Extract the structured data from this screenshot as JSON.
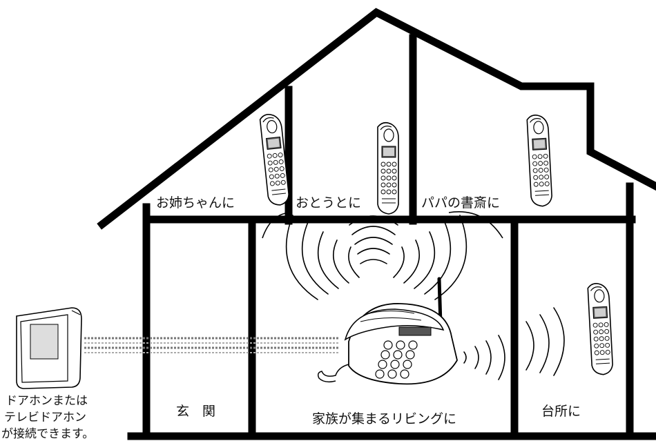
{
  "rooms": {
    "sister_room": "お姉ちゃんに",
    "brother_room": "おとうとに",
    "dad_study": "パパの書斎に",
    "entrance": "玄　関",
    "living_room": "家族が集まるリビングに",
    "kitchen": "台所に"
  },
  "door_phone_note": {
    "line1": "ドアホンまたは",
    "line2": "テレビドアホン",
    "line3": "が接続できます。"
  }
}
